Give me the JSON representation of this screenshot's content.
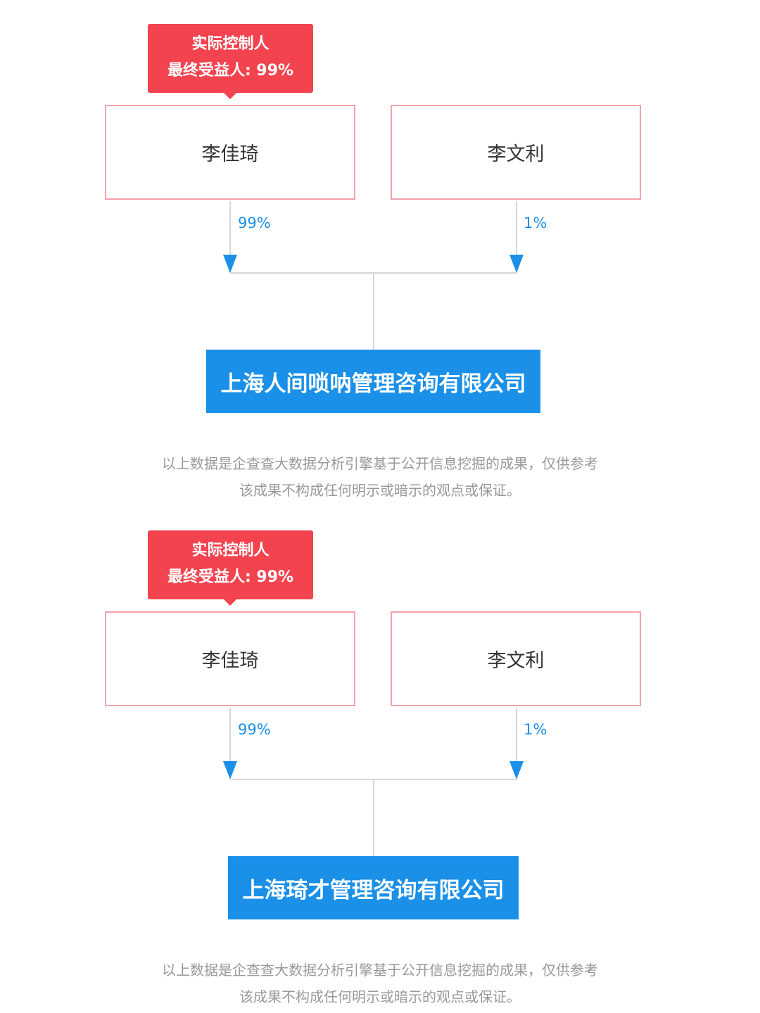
{
  "colors": {
    "badge": "#f2434f",
    "person_border": "#f3a1ab",
    "company": "#1a90e8",
    "arrow": "#1a90e8",
    "connector": "#d6d6d6",
    "note_text": "#999999"
  },
  "charts": [
    {
      "badge": {
        "line1": "实际控制人",
        "line2": "最终受益人: 99%"
      },
      "shareholders": [
        {
          "name": "李佳琦",
          "pct": "99%"
        },
        {
          "name": "李文利",
          "pct": "1%"
        }
      ],
      "company": "上海人间唢呐管理咨询有限公司",
      "note": {
        "line1": "以上数据是企查查大数据分析引擎基于公开信息挖掘的成果，仅供参考",
        "line2": "该成果不构成任何明示或暗示的观点或保证。"
      }
    },
    {
      "badge": {
        "line1": "实际控制人",
        "line2": "最终受益人: 99%"
      },
      "shareholders": [
        {
          "name": "李佳琦",
          "pct": "99%"
        },
        {
          "name": "李文利",
          "pct": "1%"
        }
      ],
      "company": "上海琦才管理咨询有限公司",
      "note": {
        "line1": "以上数据是企查查大数据分析引擎基于公开信息挖掘的成果，仅供参考",
        "line2": "该成果不构成任何明示或暗示的观点或保证。"
      }
    }
  ]
}
